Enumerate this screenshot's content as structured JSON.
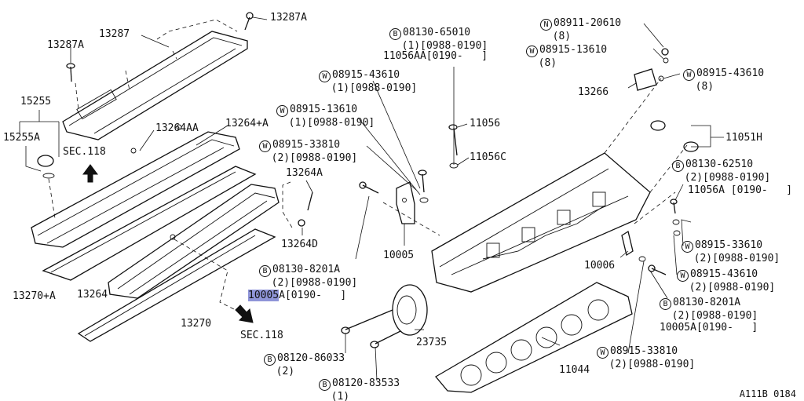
{
  "diagram": {
    "reference_code": "A111B 0184",
    "sec_label": "SEC.118",
    "labels": {
      "p13287A_top": "13287A",
      "p13287": "13287",
      "p13287A_left": "13287A",
      "p15255": "15255",
      "p15255A": "15255A",
      "p13264AA": "13264AA",
      "p13264plusA": "13264+A",
      "p13270plusA": "13270+A",
      "p13264": "13264",
      "p13270": "13270",
      "p13264A": "13264A",
      "p13264D": "13264D",
      "p10005": "10005",
      "p10005A_hl": "10005",
      "p10005A_rest": "A[0190-   ]",
      "p23735": "23735",
      "p11044": "11044",
      "p10006": "10006",
      "p13266": "13266",
      "p11056": "11056",
      "p11056C": "11056C",
      "p11051H": "11051H",
      "p11056A": "11056A [0190-   ]",
      "p11056AA": "11056AA[0190-   ]",
      "p10005A_r": "10005A[0190-   ]"
    },
    "callouts": {
      "b08130_65010": {
        "sym": "B",
        "part": "08130-65010",
        "qty": "(1)[0988-0190]"
      },
      "n08911_20610": {
        "sym": "N",
        "part": "08911-20610",
        "qty": "(8)"
      },
      "w08915_13610_r": {
        "sym": "W",
        "part": "08915-13610",
        "qty": "(8)"
      },
      "w08915_43610_r": {
        "sym": "W",
        "part": "08915-43610",
        "qty": "(8)"
      },
      "w08915_43610_m": {
        "sym": "W",
        "part": "08915-43610",
        "qty": "(1)[0988-0190]"
      },
      "w08915_13610_m": {
        "sym": "W",
        "part": "08915-13610",
        "qty": "(1)[0988-0190]"
      },
      "w08915_33810_m": {
        "sym": "W",
        "part": "08915-33810",
        "qty": "(2)[0988-0190]"
      },
      "b08130_62510": {
        "sym": "B",
        "part": "08130-62510",
        "qty": "(2)[0988-0190]"
      },
      "w08915_33610": {
        "sym": "W",
        "part": "08915-33610",
        "qty": "(2)[0988-0190]"
      },
      "w08915_43610_b": {
        "sym": "W",
        "part": "08915-43610",
        "qty": "(2)[0988-0190]"
      },
      "b08130_8201A_r": {
        "sym": "B",
        "part": "08130-8201A",
        "qty": "(2)[0988-0190]"
      },
      "b08130_8201A_m": {
        "sym": "B",
        "part": "08130-8201A",
        "qty": "(2)[0988-0190]"
      },
      "w08915_33810_b": {
        "sym": "W",
        "part": "08915-33810",
        "qty": "(2)[0988-0190]"
      },
      "b08120_86033": {
        "sym": "B",
        "part": "08120-86033",
        "qty": "(2)"
      },
      "b08120_83533": {
        "sym": "B",
        "part": "08120-83533",
        "qty": "(1)"
      }
    }
  }
}
